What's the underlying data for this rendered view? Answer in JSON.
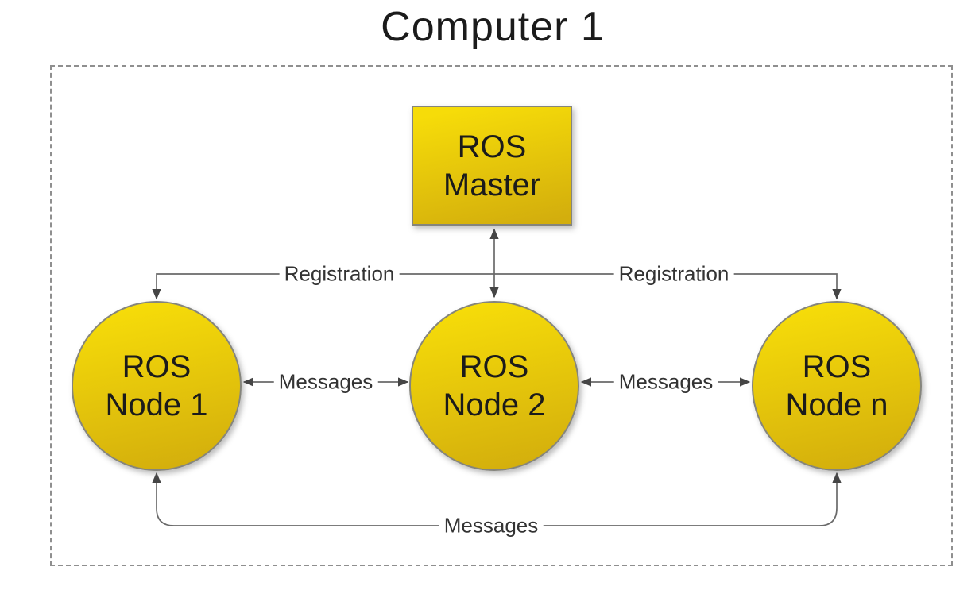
{
  "title": "Computer 1",
  "nodes": {
    "master": {
      "line1": "ROS",
      "line2": "Master"
    },
    "node1": {
      "line1": "ROS",
      "line2": "Node 1"
    },
    "node2": {
      "line1": "ROS",
      "line2": "Node 2"
    },
    "noden": {
      "line1": "ROS",
      "line2": "Node n"
    }
  },
  "edges": {
    "registration_left": "Registration",
    "registration_right": "Registration",
    "messages_left": "Messages",
    "messages_right": "Messages",
    "messages_bottom": "Messages"
  },
  "colors": {
    "node_fill_top": "#f6dc09",
    "node_fill_bottom": "#d3ae0d",
    "node_border": "#85857d",
    "line": "#6a6a6a",
    "arrow": "#454545",
    "dashed": "#8f8f8f",
    "text": "#1b1b1b",
    "label_text": "#333333"
  }
}
